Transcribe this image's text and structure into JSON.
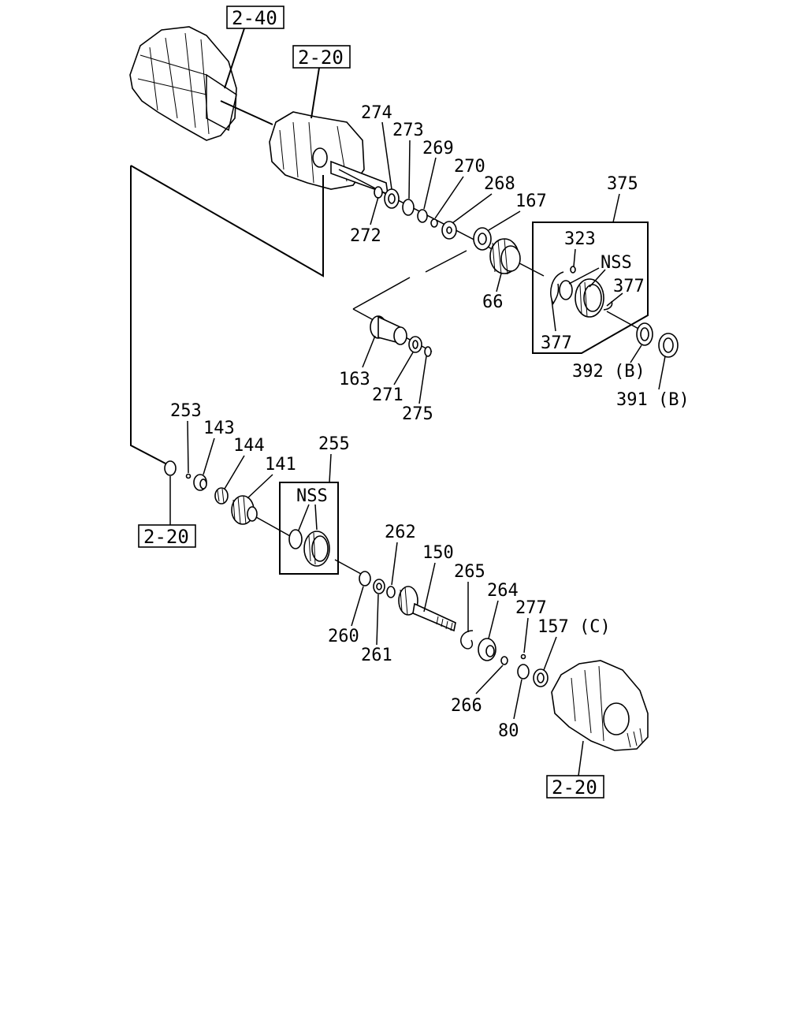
{
  "references": {
    "ref_top_housing": "2-40",
    "ref_case_upper": "2-20",
    "ref_left_mid": "2-20",
    "ref_bottom_housing": "2-20"
  },
  "parts": {
    "p274": "274",
    "p273": "273",
    "p269": "269",
    "p270": "270",
    "p268": "268",
    "p167": "167",
    "p375": "375",
    "p323": "323",
    "nss_upper": "NSS",
    "p377a": "377",
    "p377b": "377",
    "p272": "272",
    "p66": "66",
    "p392": "392 (B)",
    "p391": "391 (B)",
    "p163": "163",
    "p271": "271",
    "p275": "275",
    "p253": "253",
    "p143": "143",
    "p144": "144",
    "p141": "141",
    "p255": "255",
    "nss_lower": "NSS",
    "p262": "262",
    "p150": "150",
    "p265": "265",
    "p264": "264",
    "p277": "277",
    "p157": "157 (C)",
    "p260": "260",
    "p261": "261",
    "p266": "266",
    "p80": "80"
  }
}
